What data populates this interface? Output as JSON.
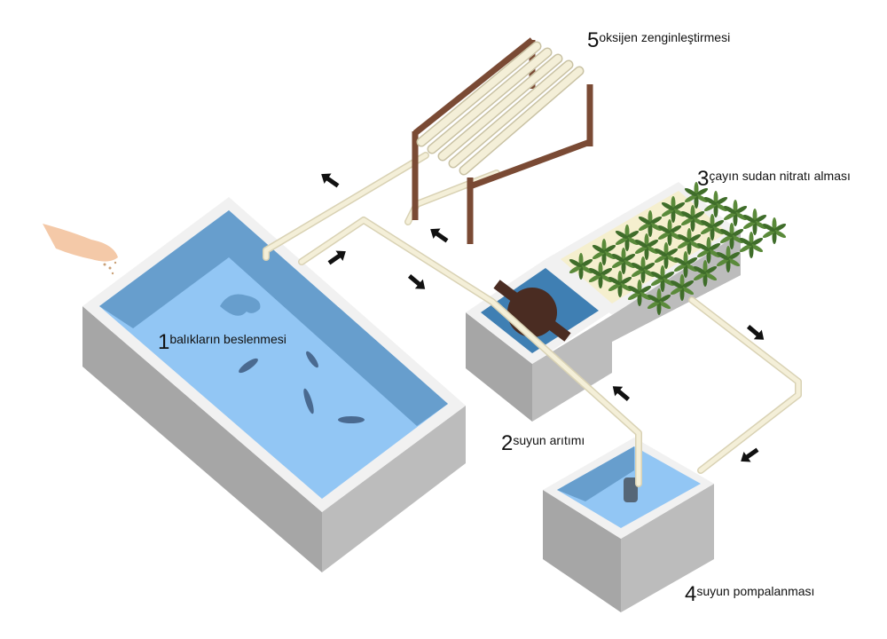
{
  "labels": [
    {
      "number": "1",
      "text": "balıkların beslenmesi"
    },
    {
      "number": "2",
      "text": "suyun arıtımı"
    },
    {
      "number": "3",
      "text": "çayın sudan nitratı alması"
    },
    {
      "number": "4",
      "text": "suyun pompalanması"
    },
    {
      "number": "5",
      "text": "oksijen zenginleştirmesi"
    }
  ],
  "colors": {
    "water_light": "#92c6f4",
    "water_dark": "#679ecd",
    "wall_side": "#a8a8a8",
    "wall_front": "#bdbdbd",
    "rim": "#f0f0f0",
    "pipe": "#f4efd8",
    "wood": "#7a4a34",
    "plant": "#3f6d2a",
    "arrow": "#111111"
  }
}
